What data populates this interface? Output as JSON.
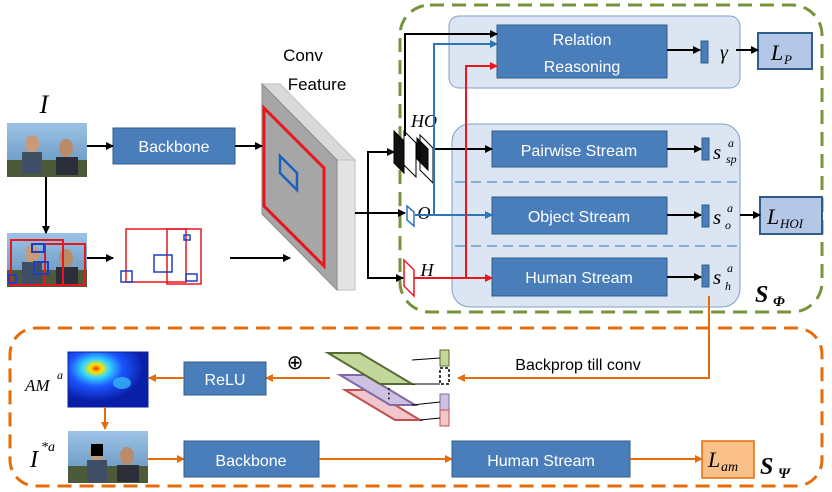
{
  "inputs": {
    "image_label": "I",
    "image_star_label": "I",
    "image_star_sup": "*a",
    "am_label": "AM",
    "am_sup": "a"
  },
  "blocks": {
    "backbone_top": "Backbone",
    "backbone_bottom": "Backbone",
    "relation_line1": "Relation",
    "relation_line2": "Reasoning",
    "pairwise": "Pairwise Stream",
    "object": "Object Stream",
    "human_top": "Human Stream",
    "human_bottom": "Human Stream",
    "relu": "ReLU"
  },
  "feature": {
    "conv_line1": "Conv",
    "conv_line2": "Feature",
    "ho": "HO",
    "o": "O",
    "h": "H"
  },
  "outputs": {
    "gamma": "γ",
    "s_sp_base": "s",
    "s_sp_sub": "sp",
    "s_sp_sup": "a",
    "s_o_base": "s",
    "s_o_sub": "o",
    "s_o_sup": "a",
    "s_h_base": "s",
    "s_h_sub": "h",
    "s_h_sup": "a"
  },
  "losses": {
    "lp_base": "L",
    "lp_sub": "P",
    "lhoi_base": "L",
    "lhoi_sub": "HOI",
    "lam_base": "L",
    "lam_sub": "am"
  },
  "networks": {
    "s_phi_base": "S",
    "s_phi_sub": "Φ",
    "s_psi_base": "S",
    "s_psi_sub": "Ψ"
  },
  "annotations": {
    "backprop": "Backprop till conv",
    "oplus": "⊕"
  },
  "colors": {
    "block_fill": "#4a7ebb",
    "block_stroke": "#2f5d8a",
    "green_dash": "#77933c",
    "orange_dash": "#e46c0a",
    "red": "#e8171e",
    "blue_arrow": "#2e75b6",
    "loss_fill": "#b4c7e7",
    "lam_fill": "#f9c08a",
    "panel_fill": "#dce6f2"
  }
}
